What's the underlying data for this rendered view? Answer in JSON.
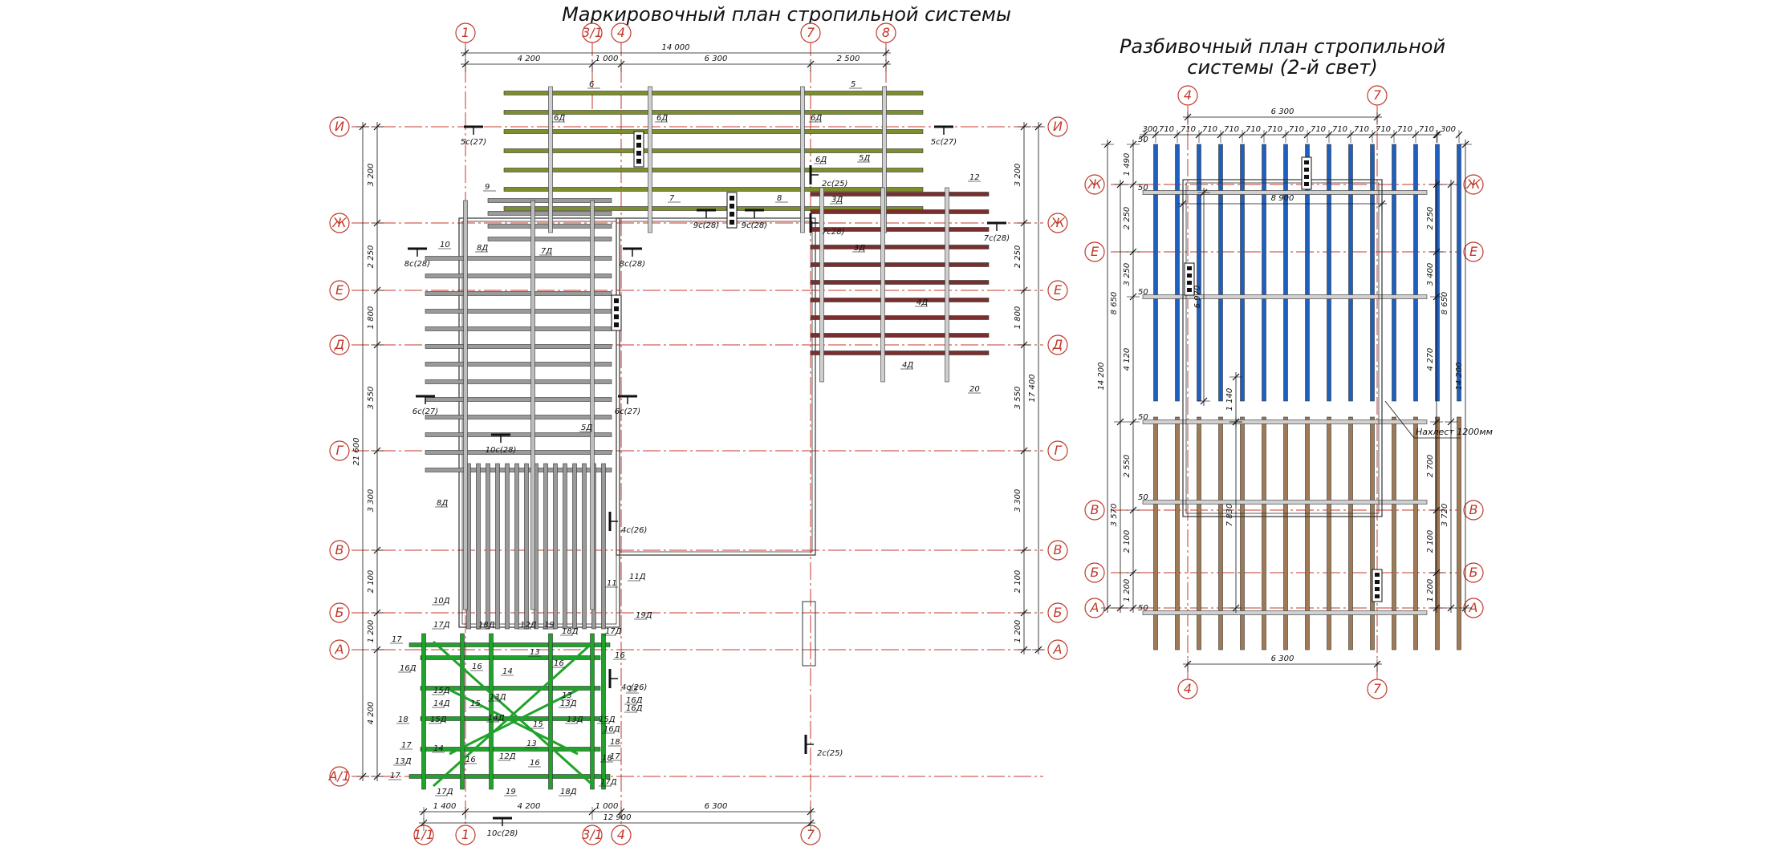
{
  "titles": {
    "left": "Маркировочный план стропильной системы",
    "right_line1": "Разбивочный план стропильной",
    "right_line2": "системы (2-й свет)"
  },
  "left_plan": {
    "top_axes": [
      "1",
      "3/1",
      "4",
      "7",
      "8"
    ],
    "bottom_axes": [
      "1/1",
      "1",
      "3/1",
      "4",
      "7"
    ],
    "row_axes": [
      "И",
      "Ж",
      "Е",
      "Д",
      "Г",
      "В",
      "Б",
      "А",
      "А/1"
    ],
    "top_dims": [
      "4 200",
      "1 000",
      "6 300",
      "2 500"
    ],
    "top_total": "14 000",
    "bottom_dims": [
      "1 400",
      "4 200",
      "1 000",
      "6 300"
    ],
    "bottom_total": "12 900",
    "left_dims": [
      "3 200",
      "2 250",
      "1 800",
      "3 550",
      "3 300",
      "2 100",
      "1 200",
      "4 200"
    ],
    "left_total": "21 600",
    "right_dims": [
      "3 200",
      "2 250",
      "1 800",
      "3 550",
      "3 300",
      "2 100",
      "1 200"
    ],
    "right_total": "17 400",
    "section_marks": [
      "5с(27)",
      "5с(27)",
      "8с(28)",
      "8с(28)",
      "6с(27)",
      "6с(27)",
      "9с(28)",
      "9с(28)",
      "2с(25)",
      "7с(28)",
      "7с28)",
      "10с(28)",
      "4с(26)",
      "4с(26)",
      "2с(25)",
      "10с(28)"
    ],
    "element_marks": [
      "6",
      "5",
      "6Д",
      "6Д",
      "6Д",
      "6Д",
      "5Д",
      "3Д",
      "3Д",
      "4Д",
      "4Д",
      "12",
      "20",
      "7",
      "8",
      "9",
      "10",
      "8Д",
      "7Д",
      "5Д",
      "8Д",
      "10Д",
      "11",
      "11Д",
      "19Д",
      "17",
      "17Д",
      "18Д",
      "12Д",
      "19",
      "18Д",
      "17Д",
      "16",
      "13",
      "16",
      "16Д",
      "14",
      "15Д",
      "13Д",
      "14Д",
      "13",
      "16Д",
      "13Д",
      "15Д",
      "15",
      "15",
      "13Д",
      "15Д",
      "16Д",
      "18",
      "14Д",
      "14",
      "16",
      "13",
      "12Д",
      "16",
      "17",
      "13Д",
      "19",
      "18Д",
      "17Д",
      "17Д",
      "18",
      "17",
      "16",
      "17",
      "13",
      "18",
      "16Д"
    ]
  },
  "right_plan": {
    "axes": [
      "4",
      "7"
    ],
    "row_axes": [
      "Ж",
      "Е",
      "В",
      "Б",
      "А"
    ],
    "top_dim": "6 300",
    "bottom_dim": "6 300",
    "spacing_dims": [
      "300",
      "710",
      "710",
      "710",
      "710",
      "710",
      "710",
      "710",
      "710",
      "710",
      "710",
      "710",
      "710",
      "710",
      "300"
    ],
    "inner_dim": "8 900",
    "left_dims": [
      "1 490",
      "2 250",
      "3 250",
      "4 120",
      "2 550",
      "2 100",
      "1 200"
    ],
    "left_mid_dims": [
      "8 650",
      "3 570"
    ],
    "left_total": "14 200",
    "inner_dims": [
      "6 970",
      "1 140",
      "7 830"
    ],
    "right_dims": [
      "2 250",
      "3 400",
      "4 270",
      "2 700",
      "2 100",
      "1 200"
    ],
    "right_mid_dims": [
      "8 650",
      "3 720"
    ],
    "right_total": "14 200",
    "small_labels": [
      "50",
      "50",
      "50",
      "50",
      "50",
      "50"
    ],
    "overlap_note": "Нахлест 1200мм"
  },
  "colors": {
    "axis": "#c0392b",
    "green_rafter": "#7c8f2a",
    "maroon_rafter": "#7b2e2e",
    "gray_rafter": "#9a9a9a",
    "bright_green": "#1fa32a",
    "blue_rafter": "#1f5fbf",
    "tan_rafter": "#a07a55",
    "line": "#222222"
  }
}
